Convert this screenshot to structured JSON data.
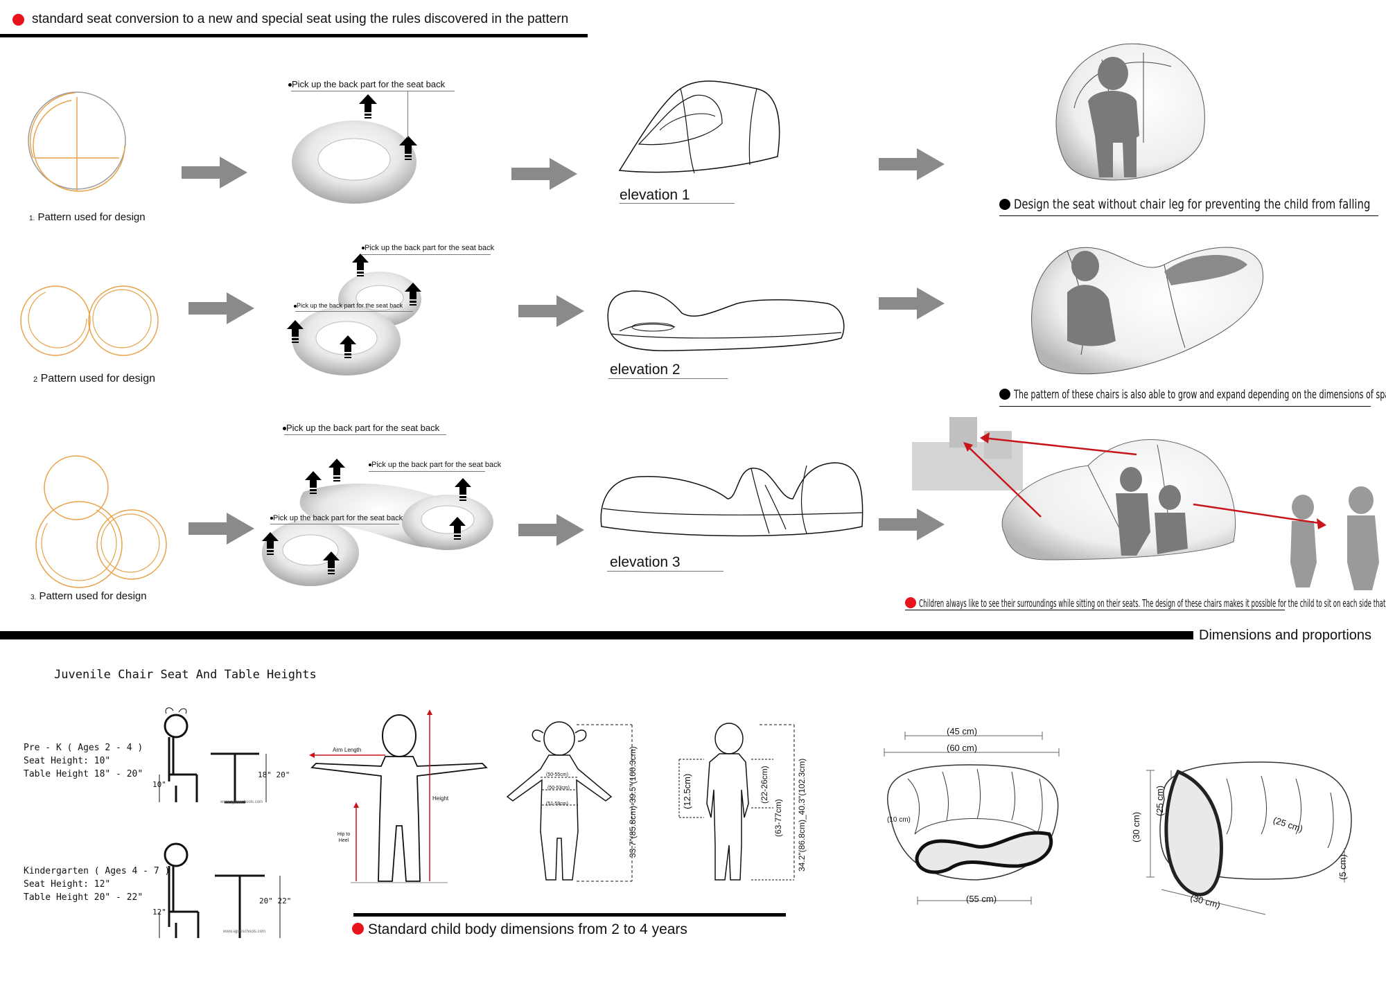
{
  "header": {
    "title": "standard seat conversion to a new and special seat using the rules discovered in the pattern"
  },
  "patterns": [
    {
      "label": "1. Pattern used for design",
      "num": "1.",
      "text": "Pattern used for design"
    },
    {
      "label": "2 Pattern used for design",
      "num": "2",
      "text": "Pattern used for design"
    },
    {
      "label": "3. Pattern used for design",
      "num": "3.",
      "text": "Pattern used for design"
    }
  ],
  "pickup": {
    "text": "Pick up the back part for the seat back"
  },
  "elevations": [
    "elevation 1",
    "elevation 2",
    "elevation 3"
  ],
  "notes": {
    "note1": "Design  the seat without chair leg for preventing the child from falling",
    "note2": "The pattern of these chairs is also able to grow and expand depending on the dimensions of space",
    "note3": "Children always like to see their surroundings while sitting on their seats. The design of these chairs makes it possible for the child to sit on each side that  likes."
  },
  "section2": {
    "title": "Dimensions and proportions",
    "juvenile_title": "Juvenile Chair Seat And Table Heights",
    "prek": [
      "Pre - K ( Ages 2 - 4 )",
      "Seat Height: 10\"",
      "Table Height 18\" - 20\""
    ],
    "prek_dims": {
      "seat": "10\"",
      "table": "18\" 20\""
    },
    "kinder": [
      "Kindergarten  ( Ages 4 - 7 )",
      "Seat Height: 12\"",
      "Table Height 20\" - 22\""
    ],
    "kinder_dims": {
      "seat": "12\"",
      "table": "20\"  22\""
    },
    "credit": "www.ajpreschools.com",
    "body_labels": {
      "arm": "Arm Length",
      "height": "Height",
      "hip": "Hip to Heel"
    },
    "girl_dims": {
      "a": "(50-55cm)",
      "b": "(50-53cm)",
      "c": "(51-59cm)",
      "total": "33.7\"(85.8cm)-39.5\"(100.3cm)"
    },
    "boy_dims": {
      "a": "(12.5cm)",
      "b": "(22-26cm)",
      "c": "(63-77cm)",
      "total": "34.2\"(86.8cm)_40.3\"(102.3cm)"
    },
    "standard_caption": "Standard child body dimensions from 2 to 4 years",
    "chair1_dims": {
      "w45": "(45 cm)",
      "w60": "(60 cm)",
      "d10": "(10 cm)",
      "w55": "(55 cm)"
    },
    "chair2_dims": {
      "h30": "(30 cm)",
      "h25": "(25 cm)",
      "d25": "(25 cm)",
      "h5": "(5 cm)",
      "w30": "(30 cm)"
    }
  },
  "colors": {
    "accent": "#e8141b",
    "pattern": "#e8a24a",
    "arrow": "#8a8a8a"
  }
}
